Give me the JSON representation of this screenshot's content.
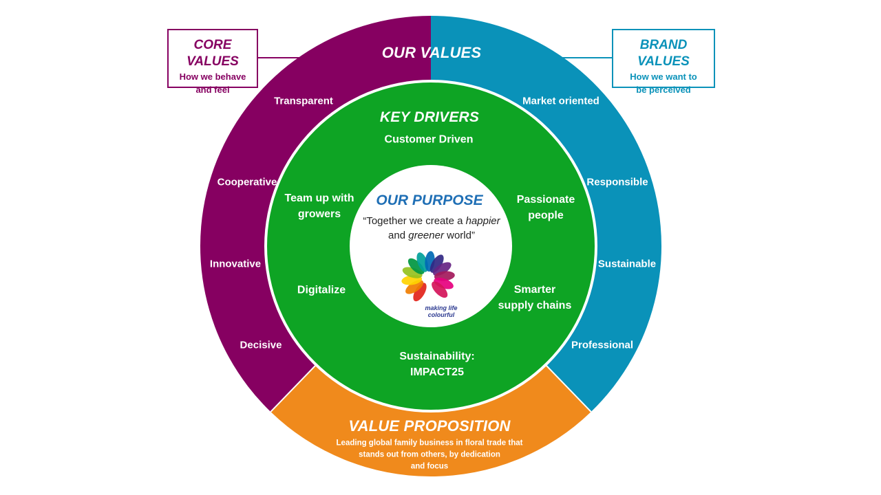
{
  "colors": {
    "core": "#860061",
    "brand": "#0a92b9",
    "value_prop": "#f08a1c",
    "key_drivers": "#0ea424",
    "purpose_title": "#1f6fb5",
    "white": "#ffffff"
  },
  "core_values": {
    "title": "CORE VALUES",
    "subtitle": "How we behave\nand feel",
    "items": [
      "Transparent",
      "Cooperative",
      "Innovative",
      "Decisive"
    ]
  },
  "brand_values": {
    "title": "BRAND VALUES",
    "subtitle": "How we want to\nbe perceived",
    "items": [
      "Market oriented",
      "Responsible",
      "Sustainable",
      "Professional"
    ]
  },
  "our_values_title": "OUR VALUES",
  "value_proposition": {
    "title": "VALUE PROPOSITION",
    "description": "Leading global family business in floral trade that\nstands out from others, by dedication\nand focus"
  },
  "key_drivers": {
    "title": "KEY DRIVERS",
    "top": "Customer Driven",
    "left_upper": "Team up with\ngrowers",
    "right_upper": "Passionate\npeople",
    "left_lower": "Digitalize",
    "right_lower": "Smarter\nsupply chains",
    "bottom": "Sustainability:\nIMPACT25"
  },
  "purpose": {
    "title": "OUR PURPOSE",
    "quote_start": "“Together we create a ",
    "quote_em1": "happier",
    "quote_mid": " and ",
    "quote_em2": "greener",
    "quote_end": " world”"
  },
  "logo": {
    "icon": "flower-logo-icon",
    "tagline": "making life\ncolourful"
  }
}
